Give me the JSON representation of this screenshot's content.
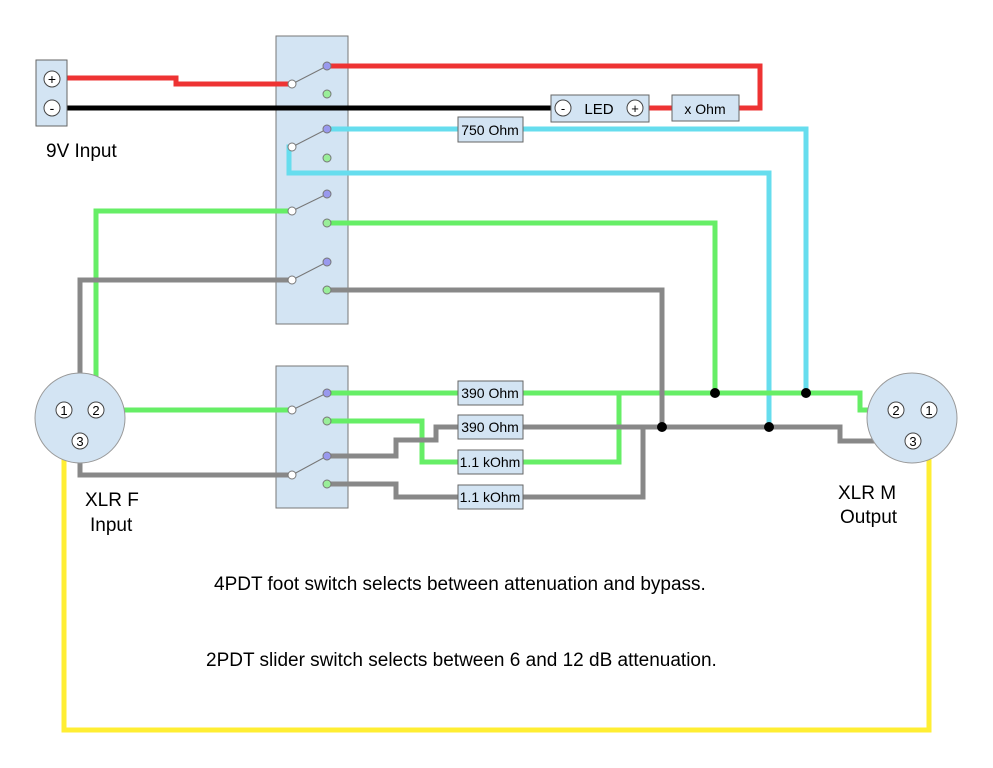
{
  "battery": {
    "plus": "+",
    "minus": "-",
    "label": "9V Input"
  },
  "led": {
    "minus": "-",
    "label": "LED",
    "plus": "+"
  },
  "resistors": {
    "led_resistor": "x Ohm",
    "bypass_resistor": "750 Ohm",
    "r390_a": "390 Ohm",
    "r390_b": "390 Ohm",
    "r1k1_a": "1.1 kOhm",
    "r1k1_b": "1.1 kOhm"
  },
  "xlr_f": {
    "pin1": "1",
    "pin2": "2",
    "pin3": "3",
    "label_line1": "XLR F",
    "label_line2": "Input"
  },
  "xlr_m": {
    "pin1": "1",
    "pin2": "2",
    "pin3": "3",
    "label_line1": "XLR M",
    "label_line2": "Output"
  },
  "notes": {
    "foot_switch": "4PDT foot switch selects between attenuation and bypass.",
    "slider_switch": "2PDT slider switch selects between 6 and 12 dB attenuation."
  },
  "colors": {
    "red": "#ee3333",
    "black": "#000000",
    "cyan": "#66ddee",
    "green": "#66ee66",
    "gray": "#888888",
    "yellow": "#ffee33",
    "box_fill": "#d3e4f3",
    "box_stroke": "#666666"
  }
}
